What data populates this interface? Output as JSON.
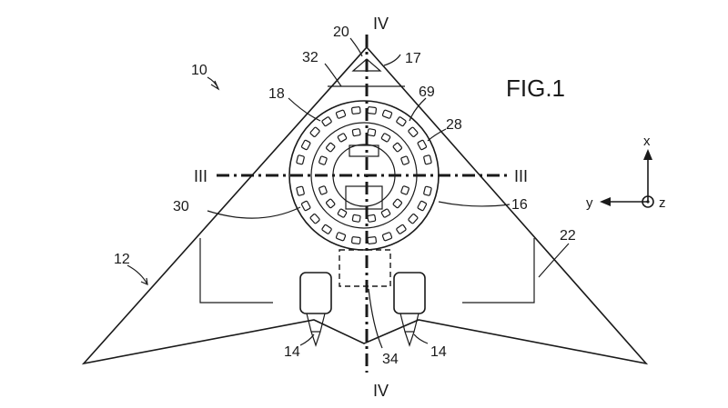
{
  "figure": {
    "title": "FIG.1",
    "section_labels": {
      "vertical_top": "IV",
      "vertical_bottom": "IV",
      "horizontal_left": "III",
      "horizontal_right": "III"
    },
    "reference_numerals": {
      "aircraft": "10",
      "leading_edge": "12",
      "engine_left": "14",
      "engine_right": "14",
      "cabin": "16",
      "nose": "17",
      "seating_area": "18",
      "nose_tip": "20",
      "wing": "22",
      "cabin_wall": "28",
      "seat_rows": "30",
      "cockpit_partition": "32",
      "rear_compartment": "34",
      "door": "69"
    },
    "axes": {
      "x_label": "x",
      "y_label": "y",
      "z_label": "z"
    }
  }
}
